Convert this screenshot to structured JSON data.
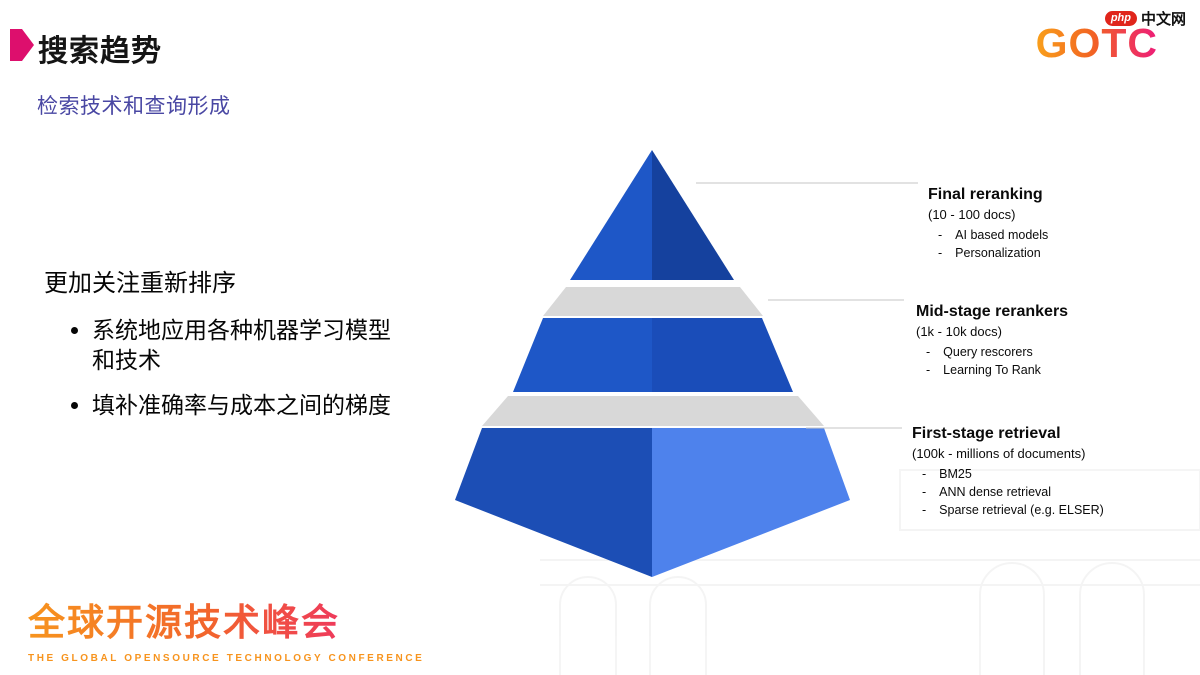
{
  "header": {
    "title": "搜索趋势",
    "subtitle": "检索技术和查询形成"
  },
  "brand": {
    "gotc": "GOTC",
    "php_badge": "php",
    "php_name": "中文网"
  },
  "left": {
    "heading": "更加关注重新排序",
    "bullets": [
      "系统地应用各种机器学习模型和技术",
      "填补准确率与成本之间的梯度"
    ]
  },
  "tiers": [
    {
      "title": "Final reranking",
      "range": "(10 - 100 docs)",
      "items": [
        "AI based models",
        "Personalization"
      ]
    },
    {
      "title": "Mid-stage rerankers",
      "range": "(1k - 10k docs)",
      "items": [
        "Query rescorers",
        "Learning To Rank"
      ]
    },
    {
      "title": "First-stage retrieval",
      "range": "(100k - millions of documents)",
      "items": [
        "BM25",
        "ANN dense retrieval",
        "Sparse retrieval (e.g. ELSER)"
      ]
    }
  ],
  "footer": {
    "conference_cn": "全球开源技术峰会",
    "conference_en": "THE GLOBAL OPENSOURCE TECHNOLOGY CONFERENCE"
  },
  "colors": {
    "tier_top_left": "#1E57C7",
    "tier_top_right": "#15419E",
    "tier_mid_left": "#1E57C7",
    "tier_mid_right": "#1A4DB9",
    "tier_bottom_left": "#1C4EB5",
    "tier_bottom_right": "#4E82EC",
    "band": "#D8D8D8",
    "connector": "#C6C6C6"
  }
}
